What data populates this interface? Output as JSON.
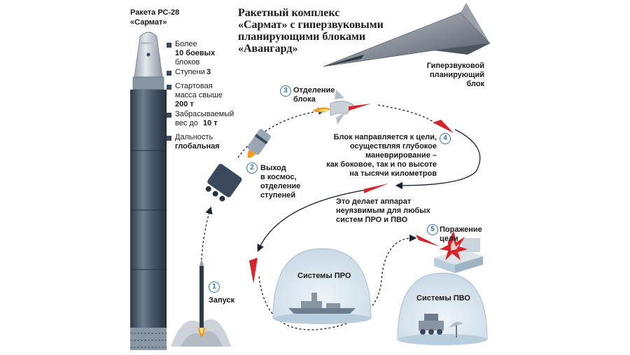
{
  "title": {
    "line1": "Ракетный комплекс",
    "line2": "«Сармат» с гиперзвуковыми",
    "line3": "планирующими блоками",
    "line4": "«Авангард»"
  },
  "rocket": {
    "name_line1": "Ракета РС-28",
    "name_line2": "«Сармат»"
  },
  "specs": [
    {
      "text": "Более",
      "value": "10 боевых",
      "tail": "блоков"
    },
    {
      "text": "Ступени",
      "value": "3"
    },
    {
      "text": "Стартовая",
      "text2": "масса свыше",
      "value": "200 т"
    },
    {
      "text": "Забрасываемый",
      "text2": "вес до",
      "value": "10 т"
    },
    {
      "text": "Дальность",
      "value": "глобальная"
    }
  ],
  "glider_label": {
    "line1": "Гиперзвуковой",
    "line2": "планирующий",
    "line3": "блок"
  },
  "steps": [
    {
      "number": "1",
      "lines": [
        "Запуск"
      ]
    },
    {
      "number": "2",
      "lines": [
        "Выход",
        "в космос,",
        "отделение",
        "ступеней"
      ]
    },
    {
      "number": "3",
      "lines": [
        "Отделение",
        "блока"
      ]
    },
    {
      "number": "4",
      "lines": [
        "Блок направляется к цели,",
        "осуществляя глубокое",
        "маневрирование –",
        "как боковое, так и по высоте",
        "на тысячи километров"
      ]
    },
    {
      "number": "5",
      "lines": [
        "Поражение",
        "цели"
      ]
    }
  ],
  "note": {
    "lines": [
      "Это делает аппарат",
      "неуязвимым для любых",
      "систем ПРО и ПВО"
    ]
  },
  "domes": {
    "pro": "Системы ПРО",
    "pvo": "Системы ПВО"
  },
  "colors": {
    "accent": "#2f73b8",
    "rocket": "#3a4a5c",
    "rocket_light": "#6e7d8e",
    "dome": "#d3e1ec",
    "warhead": "#d8232a"
  }
}
